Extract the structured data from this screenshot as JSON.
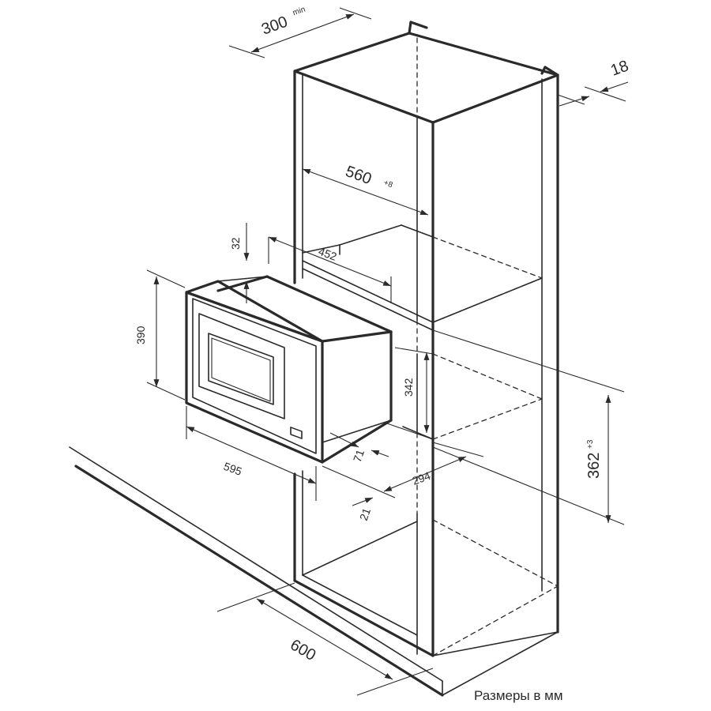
{
  "diagram": {
    "dimensions": {
      "depth_min": "300",
      "depth_min_suffix": "min",
      "panel": "18",
      "niche_width": "560",
      "niche_width_tol": "+8",
      "microwave_depth": "452",
      "top_gap": "32",
      "front_height": "390",
      "body_height": "342",
      "front_width": "595",
      "offset_71": "71",
      "offset_21": "21",
      "body_depth": "294",
      "niche_height": "362",
      "niche_height_tol": "+3",
      "cabinet_depth": "600"
    },
    "note": "Размеры в мм"
  }
}
